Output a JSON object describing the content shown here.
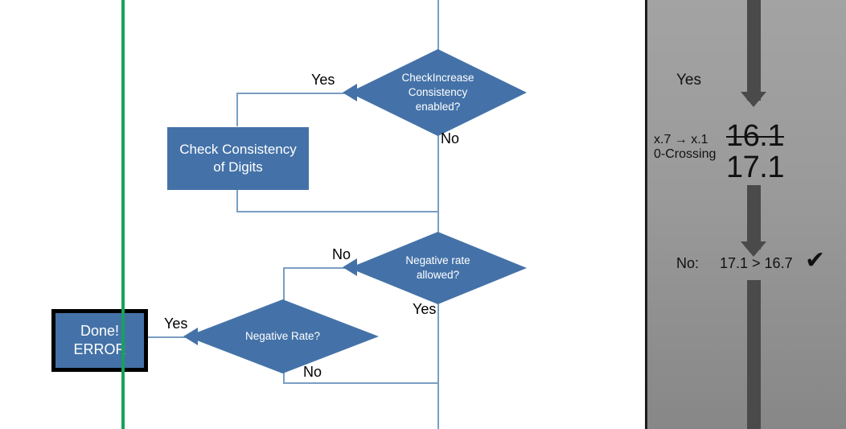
{
  "colors": {
    "shape_fill": "#4472a8",
    "connector": "#7a9ec4",
    "green_rule": "#18a05e",
    "panel_bar": "#4a4a4a",
    "panel_bg": "#9a9a9a",
    "shape_text": "#ffffff",
    "label_text": "#000000"
  },
  "flowchart": {
    "decision_check_increase": {
      "line1": "CheckIncrease",
      "line2": "Consistency",
      "line3": "enabled?",
      "branch_yes": "Yes",
      "branch_no": "No"
    },
    "process_check_consistency": {
      "line1": "Check Consistency",
      "line2": "of Digits"
    },
    "decision_negative_rate_allowed": {
      "line1": "Negative rate",
      "line2": "allowed?",
      "branch_no": "No",
      "branch_yes": "Yes"
    },
    "decision_negative_rate": {
      "line1": "Negative Rate?",
      "branch_no": "No"
    },
    "terminator_error": {
      "line1": "Done!",
      "line2": "ERROR",
      "branch_yes": "Yes"
    }
  },
  "panel": {
    "yes_label": "Yes",
    "annotation_line1": "x.7 → x.1",
    "annotation_line2": "0-Crossing",
    "value_struck": "16.1",
    "value_current": "17.1",
    "result_prefix": "No:",
    "result_comparison": "17.1 > 16.7",
    "result_check": "✔"
  }
}
